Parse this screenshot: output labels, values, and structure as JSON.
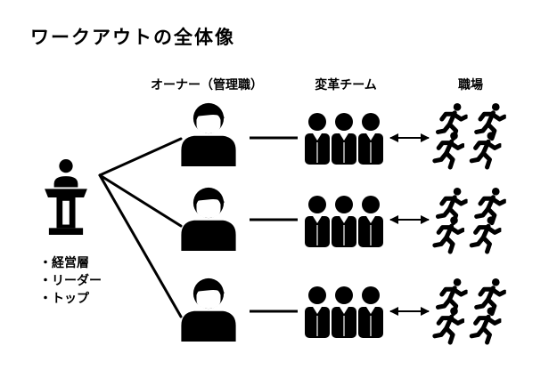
{
  "title": "ワークアウトの全体像",
  "headers": {
    "owner": "オーナー（管理職）",
    "team": "変革チーム",
    "workplace": "職場"
  },
  "leader_roles": [
    "経営層",
    "リーダー",
    "トップ"
  ],
  "icons": {
    "leader": "podium-speaker-icon",
    "owner": "manager-person-icon",
    "team": "business-team-icon",
    "workplace": "running-people-icon"
  },
  "colors": {
    "ink": "#000000",
    "background": "#ffffff"
  }
}
